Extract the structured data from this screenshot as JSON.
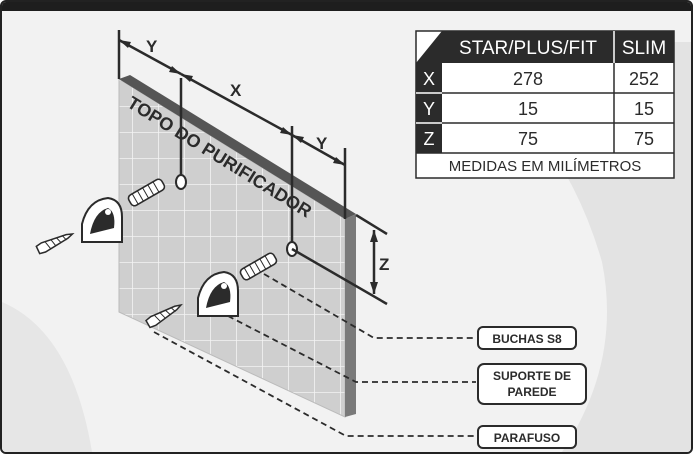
{
  "header": {
    "title": ""
  },
  "wall": {
    "label": "TOPO DO PURIFICADOR"
  },
  "dimensions": {
    "y1": "Y",
    "x": "X",
    "y2": "Y",
    "z": "Z"
  },
  "table": {
    "headers": [
      "STAR/PLUS/FIT",
      "SLIM"
    ],
    "rows": [
      {
        "label": "X",
        "values": [
          "278",
          "252"
        ]
      },
      {
        "label": "Y",
        "values": [
          "15",
          "15"
        ]
      },
      {
        "label": "Z",
        "values": [
          "75",
          "75"
        ]
      }
    ],
    "footer": "MEDIDAS EM MILÍMETROS"
  },
  "callouts": {
    "buchas": "BUCHAS S8",
    "suporte_line1": "SUPORTE DE",
    "suporte_line2": "PAREDE",
    "parafuso": "PARAFUSO"
  },
  "colors": {
    "dark": "#2b2b2b",
    "wall_face": "#cfcfcf",
    "wall_side": "#7a7a7a",
    "background": "#f2f2f2"
  }
}
